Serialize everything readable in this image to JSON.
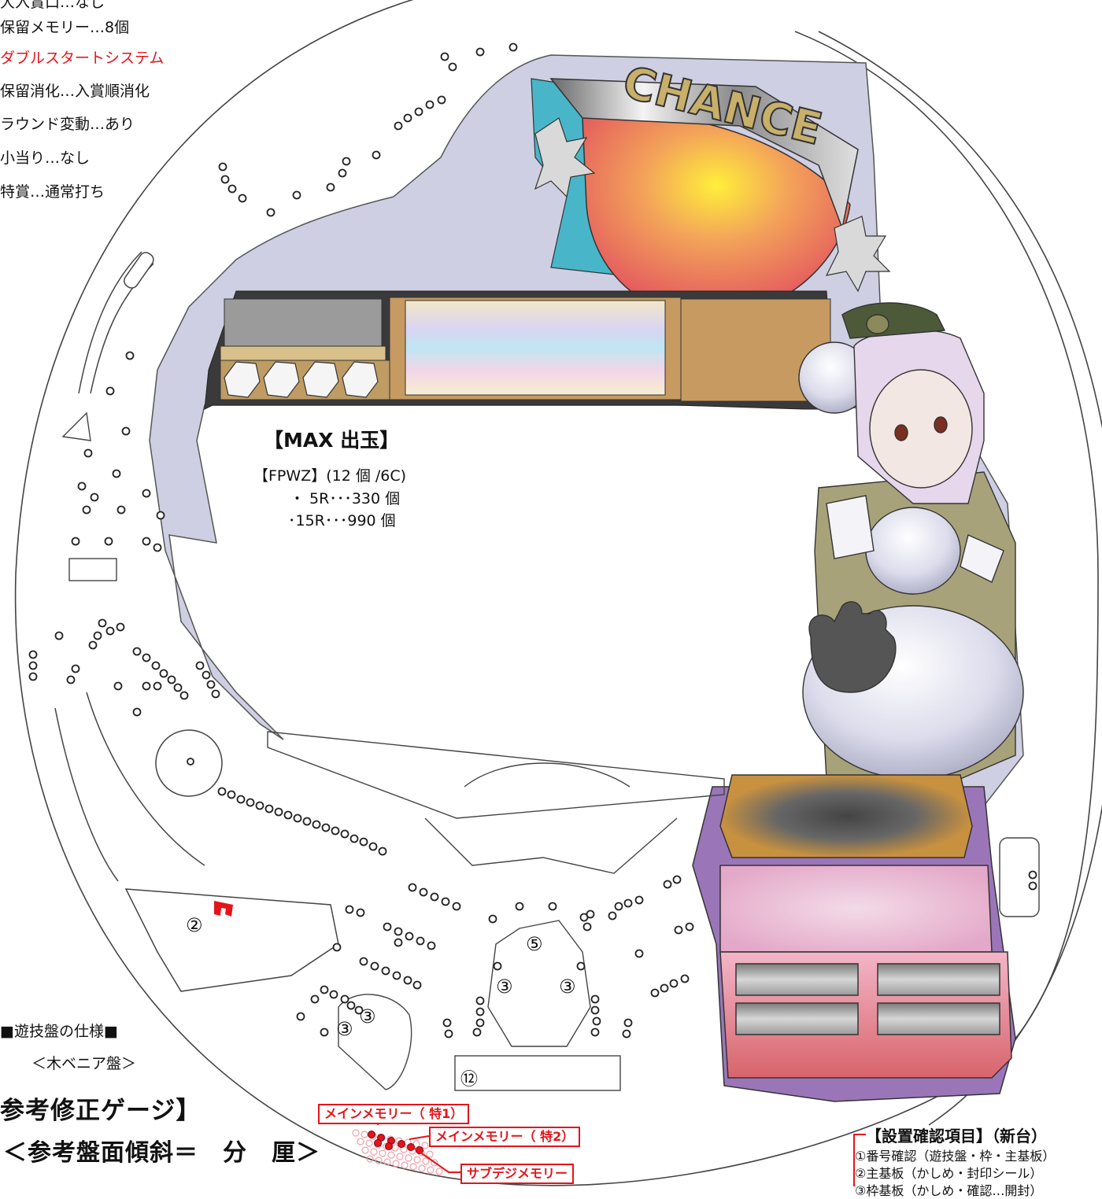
{
  "spec_lines": [
    {
      "text": "大入賞口…なし",
      "color": "#111111"
    },
    {
      "text": "保留メモリー…8個",
      "color": "#111111"
    },
    {
      "text": "ダブルスタートシステム",
      "color": "#e5141b"
    },
    {
      "text": "保留消化…入賞順消化",
      "color": "#111111"
    },
    {
      "text": "ラウンド変動…あり",
      "color": "#111111"
    },
    {
      "text": "小当り…なし",
      "color": "#111111"
    },
    {
      "text": "特賞…通常打ち",
      "color": "#111111"
    }
  ],
  "chance_text": "CHANCE",
  "max_block": {
    "title": "【MAX 出玉】",
    "line1": "【FPWZ】(12 個 /6C)",
    "line2": "・ 5R･･･330 個",
    "line3": "･15R･･･990 個"
  },
  "markers": {
    "m2": "②",
    "m3a": "③",
    "m3b": "③",
    "m3c": "③",
    "m3d": "③",
    "m5": "⑤",
    "m12": "⑫"
  },
  "board_spec": {
    "title": "■遊技盤の仕様■",
    "subtitle": "＜木ベニア盤＞"
  },
  "gauge": {
    "title": "参考修正ゲージ】",
    "slope": "＜参考盤面傾斜＝　分　厘＞"
  },
  "memory_labels": {
    "main1": "メインメモリー（ 特1）",
    "main2": "メインメモリー（ 特2）",
    "sub": "サブデジメモリー"
  },
  "install_check": {
    "title": "【設置確認項目】（新台）",
    "item1": "①番号確認（遊技盤・枠・主基板）",
    "item2": "②主基板（かしめ・封印シール）",
    "item3": "③枠基板（かしめ・確認…開封）"
  },
  "colors": {
    "accent_red": "#e5141b",
    "lavender": "#cfcfe3",
    "pink_panel": "#e8b8d4",
    "gold_panel": "#c8913f",
    "crimson_panel": "#d8646c",
    "purple_frame": "#9a76b8"
  }
}
